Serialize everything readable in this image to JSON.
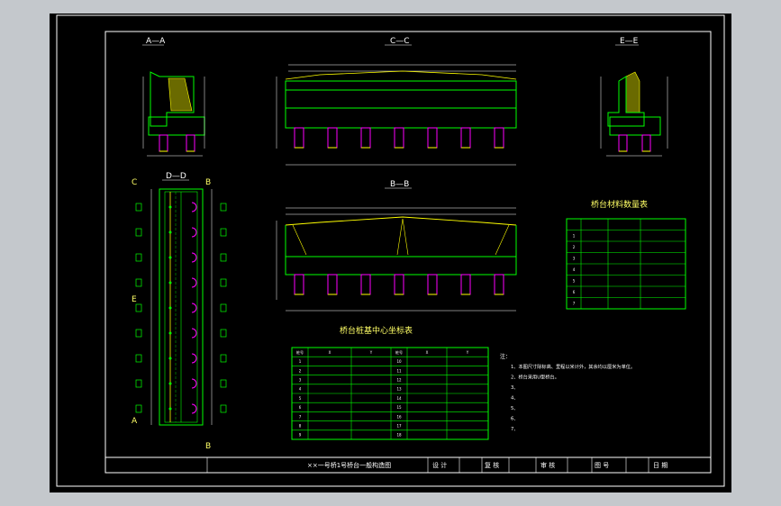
{
  "views": {
    "a": "A—A",
    "c": "C—C",
    "e": "E—E",
    "d": "D—D",
    "b": "B—B"
  },
  "section_markers": [
    "C",
    "B",
    "E",
    "A"
  ],
  "pile_table": {
    "title": "桥台桩基中心坐标表",
    "headers": [
      "桩号",
      "X",
      "Y",
      "桩号",
      "X",
      "Y"
    ],
    "rows": [
      [
        "1",
        "",
        "",
        "10",
        "",
        ""
      ],
      [
        "2",
        "",
        "",
        "11",
        "",
        ""
      ],
      [
        "3",
        "",
        "",
        "12",
        "",
        ""
      ],
      [
        "4",
        "",
        "",
        "13",
        "",
        ""
      ],
      [
        "5",
        "",
        "",
        "14",
        "",
        ""
      ],
      [
        "6",
        "",
        "",
        "15",
        "",
        ""
      ],
      [
        "7",
        "",
        "",
        "16",
        "",
        ""
      ],
      [
        "8",
        "",
        "",
        "17",
        "",
        ""
      ],
      [
        "9",
        "",
        "",
        "18",
        "",
        ""
      ]
    ]
  },
  "material_table": {
    "title": "桥台材料数量表",
    "headers": [
      "",
      "",
      "",
      ""
    ],
    "rows": [
      [
        "1",
        "",
        "",
        ""
      ],
      [
        "2",
        "",
        "",
        ""
      ],
      [
        "3",
        "",
        "",
        ""
      ],
      [
        "4",
        "",
        "",
        ""
      ],
      [
        "5",
        "",
        "",
        ""
      ],
      [
        "6",
        "",
        "",
        ""
      ],
      [
        "7",
        "",
        "",
        ""
      ]
    ]
  },
  "notes": {
    "heading": "注：",
    "lines": [
      "1、本图尺寸除标高、里程以米计外，其余均以厘米为单位。",
      "2、桥台采用U型桥台。",
      "3、",
      "4、",
      "5、",
      "6、",
      "7、"
    ]
  },
  "title_block": {
    "drawing_name": "××一号桥1号桥台一般构造图",
    "design": "设 计",
    "review": "复 核",
    "approve": "审 核",
    "drawing_no": "图 号",
    "date": "日 期"
  },
  "colors": {
    "background": "#c4c8cc",
    "canvas": "#000000",
    "frame": "#ffffff",
    "inner_frame": "#00ffff",
    "concrete": "#00ff00",
    "fill": "#ffff00",
    "piles": "#ff00ff",
    "dimension": "#ffffff"
  }
}
